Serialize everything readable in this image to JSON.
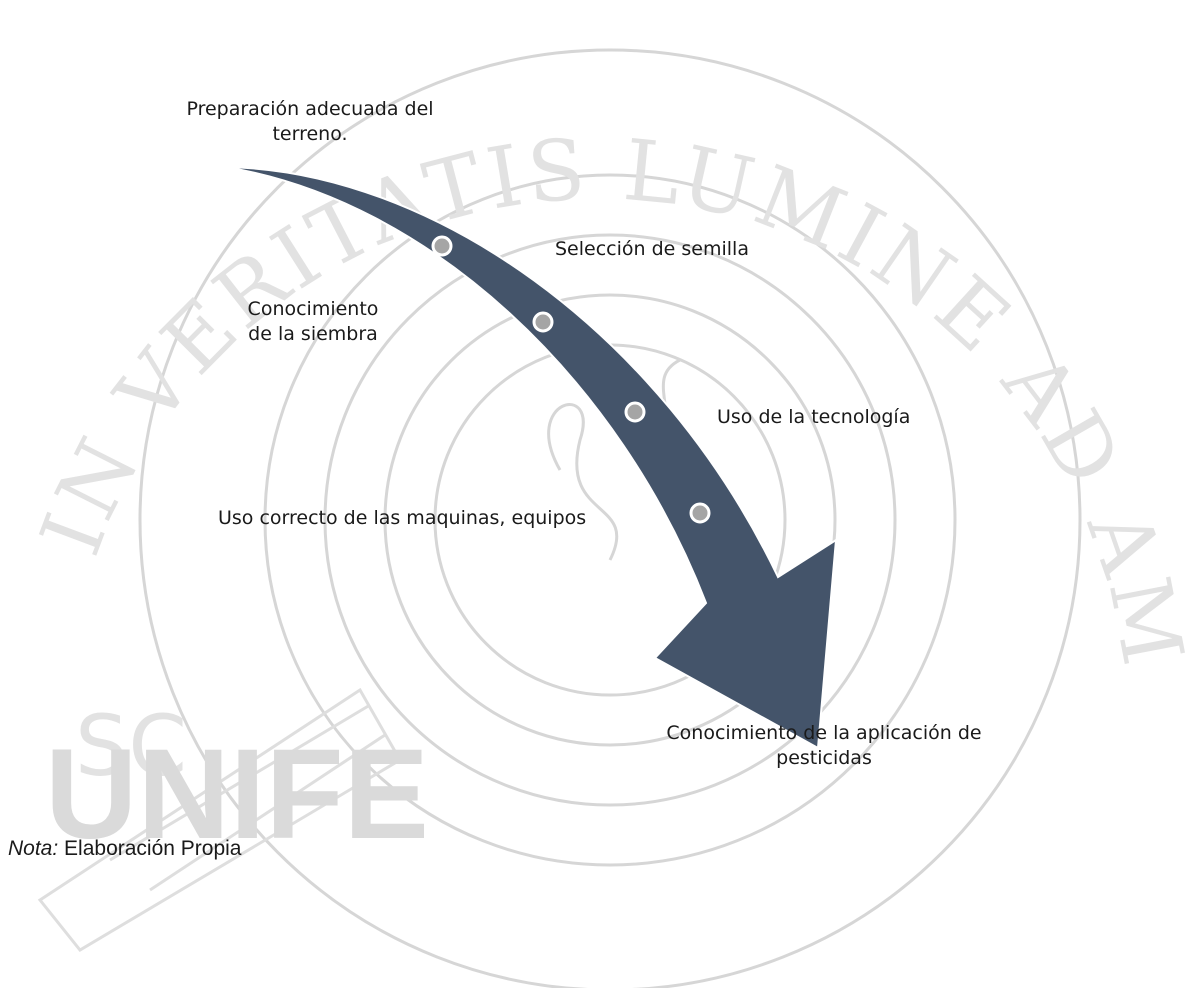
{
  "watermark": {
    "arc_text": "IN VERITATIS LUMINE AD AMORIS VITAM",
    "initials": "SC",
    "logo": "UNIFE"
  },
  "diagram": {
    "arrow_color": "#44546a",
    "steps": [
      {
        "id": "s1",
        "text": "Preparación adecuada del\nterreno."
      },
      {
        "id": "s2",
        "text": "Selección de semilla"
      },
      {
        "id": "s3",
        "text": "Conocimiento\nde la siembra"
      },
      {
        "id": "s4",
        "text": "Uso de la tecnología"
      },
      {
        "id": "s5",
        "text": "Uso correcto de las maquinas, equipos"
      },
      {
        "id": "s6",
        "text": "Conocimiento de la aplicación de\npesticidas"
      }
    ]
  },
  "note": {
    "label": "Nota:",
    "text": "Elaboración Propia"
  }
}
